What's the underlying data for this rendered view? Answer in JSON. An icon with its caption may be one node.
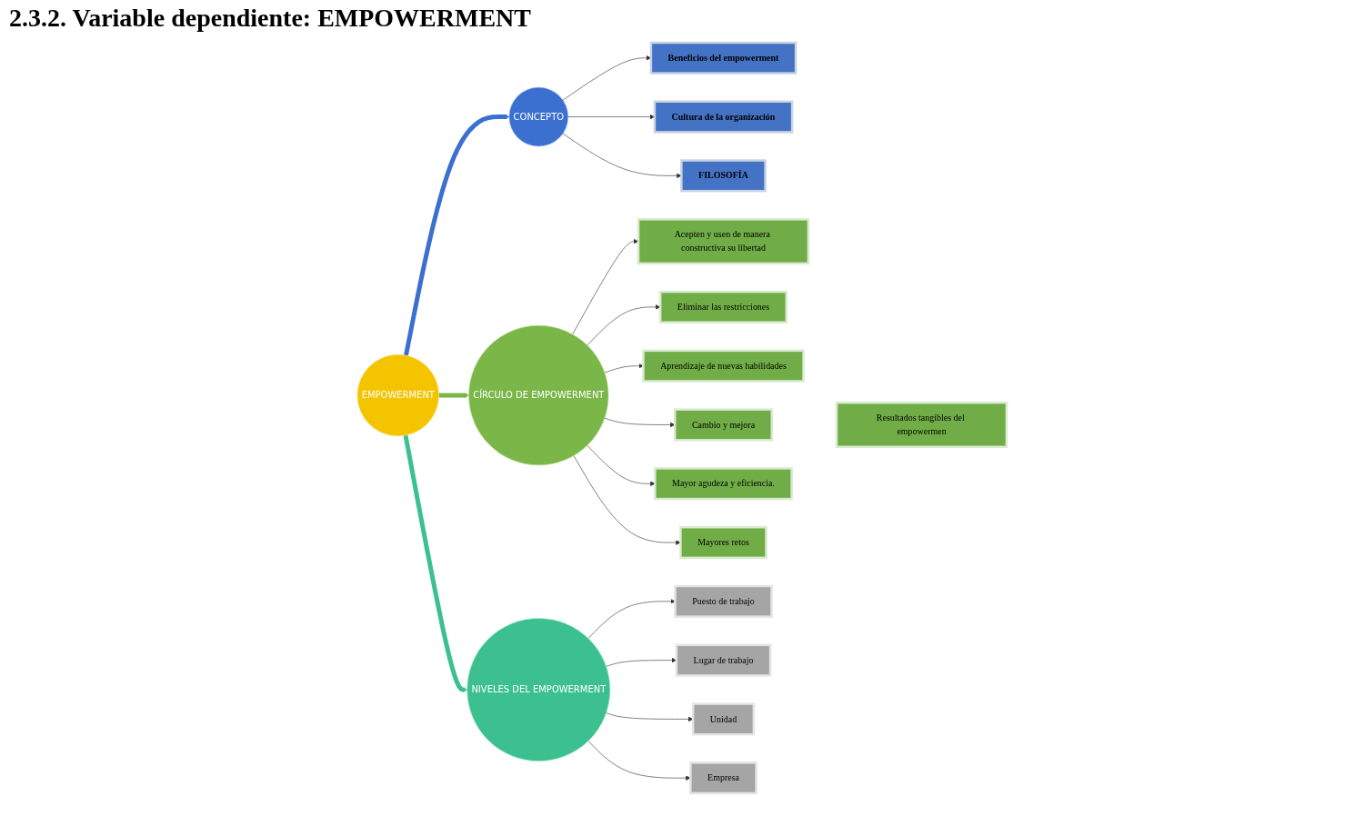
{
  "diagram": {
    "title": "2.3.2. Variable dependiente: EMPOWERMENT",
    "nodes": [
      {
        "text": [
          "CONCEPTO"
        ]
      },
      {
        "text": [
          "Beneficios del empowerment"
        ]
      },
      {
        "text": [
          "Cultura de la organización"
        ]
      },
      {
        "text": [
          "FILOSOFÍA"
        ]
      },
      {
        "text": [
          "EMPOWERMENT"
        ]
      },
      {
        "text": [
          "Acepten y usen de manera constructiva su libertad"
        ]
      },
      {
        "text": [
          "Eliminar las restricciones"
        ]
      },
      {
        "text": [
          "Aprendizaje de nuevas habilidades"
        ]
      },
      {
        "text": [
          "Cambio y mejora"
        ]
      },
      {
        "text": [
          "Resultados tangibles del empowermen"
        ]
      },
      {
        "text": [
          "Mayor agudeza y eficiencia."
        ]
      },
      {
        "text": [
          "Mayores retos"
        ]
      },
      {
        "text": [
          "CÍRCULO DE EMPOWERMENT"
        ]
      },
      {
        "text": [
          "NIVELES DEL EMPOWERMENT"
        ]
      },
      {
        "text": [
          "Puesto de trabajo"
        ]
      },
      {
        "text": [
          "Lugar de trabajo"
        ]
      },
      {
        "text": [
          "Unidad"
        ]
      },
      {
        "text": [
          "Empresa"
        ]
      }
    ],
    "edges": [
      {
        "from": 4,
        "to": 0,
        "arrow": "to",
        "style": "thick",
        "color": "#3b6fd0"
      },
      {
        "from": 4,
        "to": 12,
        "arrow": "to",
        "style": "thick",
        "color": "#7ab648"
      },
      {
        "from": 4,
        "to": 13,
        "arrow": "to",
        "style": "thick",
        "color": "#3cc08f"
      },
      {
        "from": 0,
        "to": 1,
        "arrow": "to"
      },
      {
        "from": 0,
        "to": 2,
        "arrow": "to"
      },
      {
        "from": 0,
        "to": 3,
        "arrow": "to"
      },
      {
        "from": 12,
        "to": 5,
        "arrow": "to"
      },
      {
        "from": 12,
        "to": 6,
        "arrow": "to"
      },
      {
        "from": 12,
        "to": 7,
        "arrow": "to"
      },
      {
        "from": 12,
        "to": 8,
        "arrow": "to"
      },
      {
        "from": 12,
        "to": 10,
        "arrow": "to"
      },
      {
        "from": 12,
        "to": 11,
        "arrow": "to"
      },
      {
        "from": 13,
        "to": 14,
        "arrow": "to"
      },
      {
        "from": 13,
        "to": 15,
        "arrow": "to"
      },
      {
        "from": 13,
        "to": 16,
        "arrow": "to"
      },
      {
        "from": 13,
        "to": 17,
        "arrow": "to"
      }
    ]
  }
}
